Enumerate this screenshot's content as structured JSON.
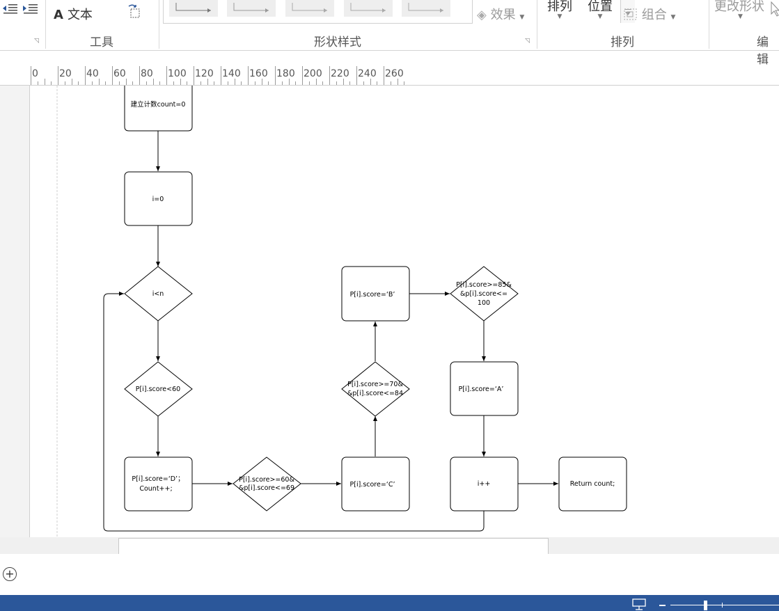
{
  "ribbon": {
    "text_tool_label": "文本",
    "text_tool_icon": "A",
    "tools_group_label": "工具",
    "shape_styles_group_label": "形状样式",
    "effects_label": "效果",
    "arrange_button_label": "排列",
    "position_button_label": "位置",
    "group_button_label": "组合",
    "arrange_group_label": "排列",
    "change_shape_label": "更改形状",
    "edit_group_label": "编辑"
  },
  "ruler": {
    "labels": [
      "0",
      "20",
      "40",
      "60",
      "80",
      "100",
      "120",
      "140",
      "160",
      "180",
      "200",
      "220",
      "240",
      "260"
    ]
  },
  "flowchart": {
    "nodes": {
      "init_count": "建立计数count=0",
      "init_i": "i=0",
      "cond_i_lt_n": "i<n",
      "cond_lt60": "P[i].score<60",
      "set_d_line1": "P[i].score=‘D’；",
      "set_d_line2": "Count++;",
      "cond_60_69_line1": "P[i].score>=60&",
      "cond_60_69_line2": "&p[i].score<=69",
      "set_c": "P[i].score=‘C’",
      "cond_70_84_line1": "P[i].score>=70&",
      "cond_70_84_line2": "&p[i].score<=84",
      "set_b": "P[i].score=‘B’",
      "cond_85_100_line1": "P[i].score>=85&",
      "cond_85_100_line2": "&p[i].score<=",
      "cond_85_100_line3": "100",
      "set_a": "P[i].score=‘A’",
      "increment": "i++",
      "return": "Return count;"
    }
  },
  "colors": {
    "status_bar": "#2b579a",
    "ribbon_text": "#333333"
  }
}
